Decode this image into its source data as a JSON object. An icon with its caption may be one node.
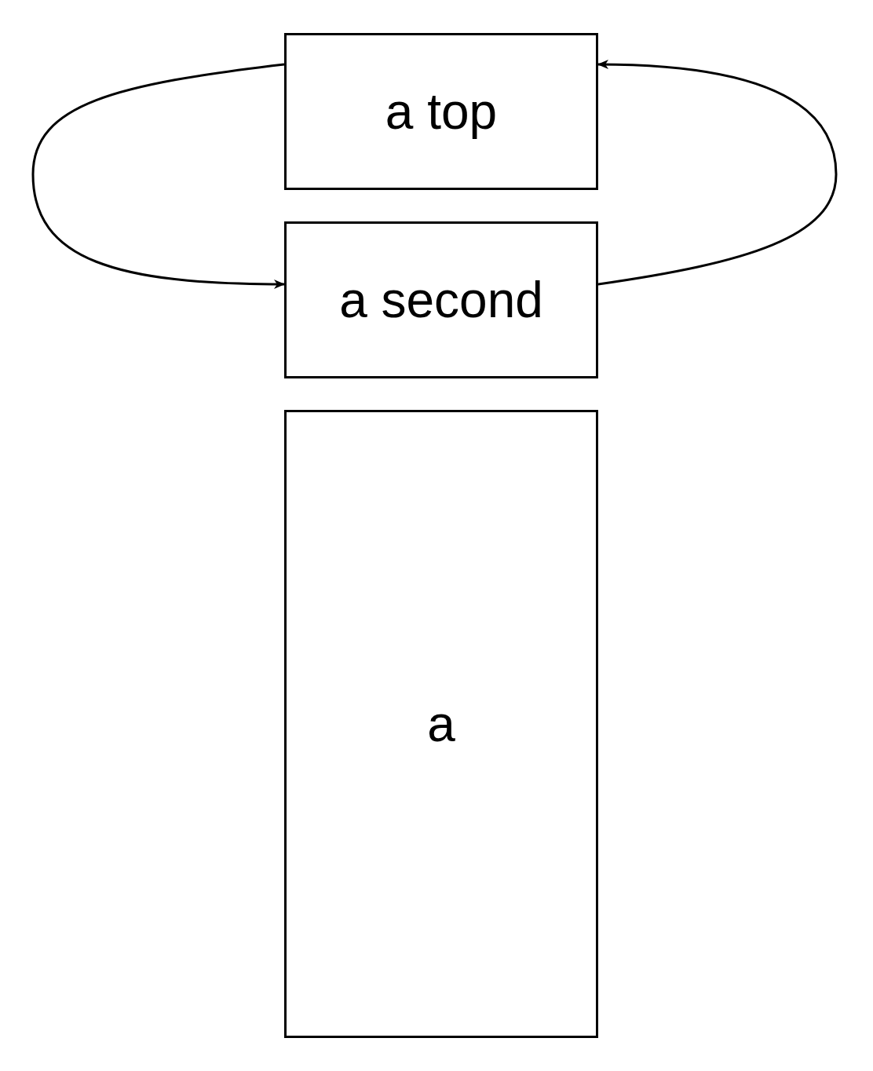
{
  "diagram": {
    "nodes": [
      {
        "text": [
          "a top"
        ]
      },
      {
        "text": [
          "a second"
        ]
      },
      {
        "text": [
          "a"
        ]
      }
    ],
    "edges": [
      {
        "from": 0,
        "to": 1,
        "arrow": "to"
      },
      {
        "from": 1,
        "to": 0,
        "arrow": "to"
      }
    ]
  }
}
